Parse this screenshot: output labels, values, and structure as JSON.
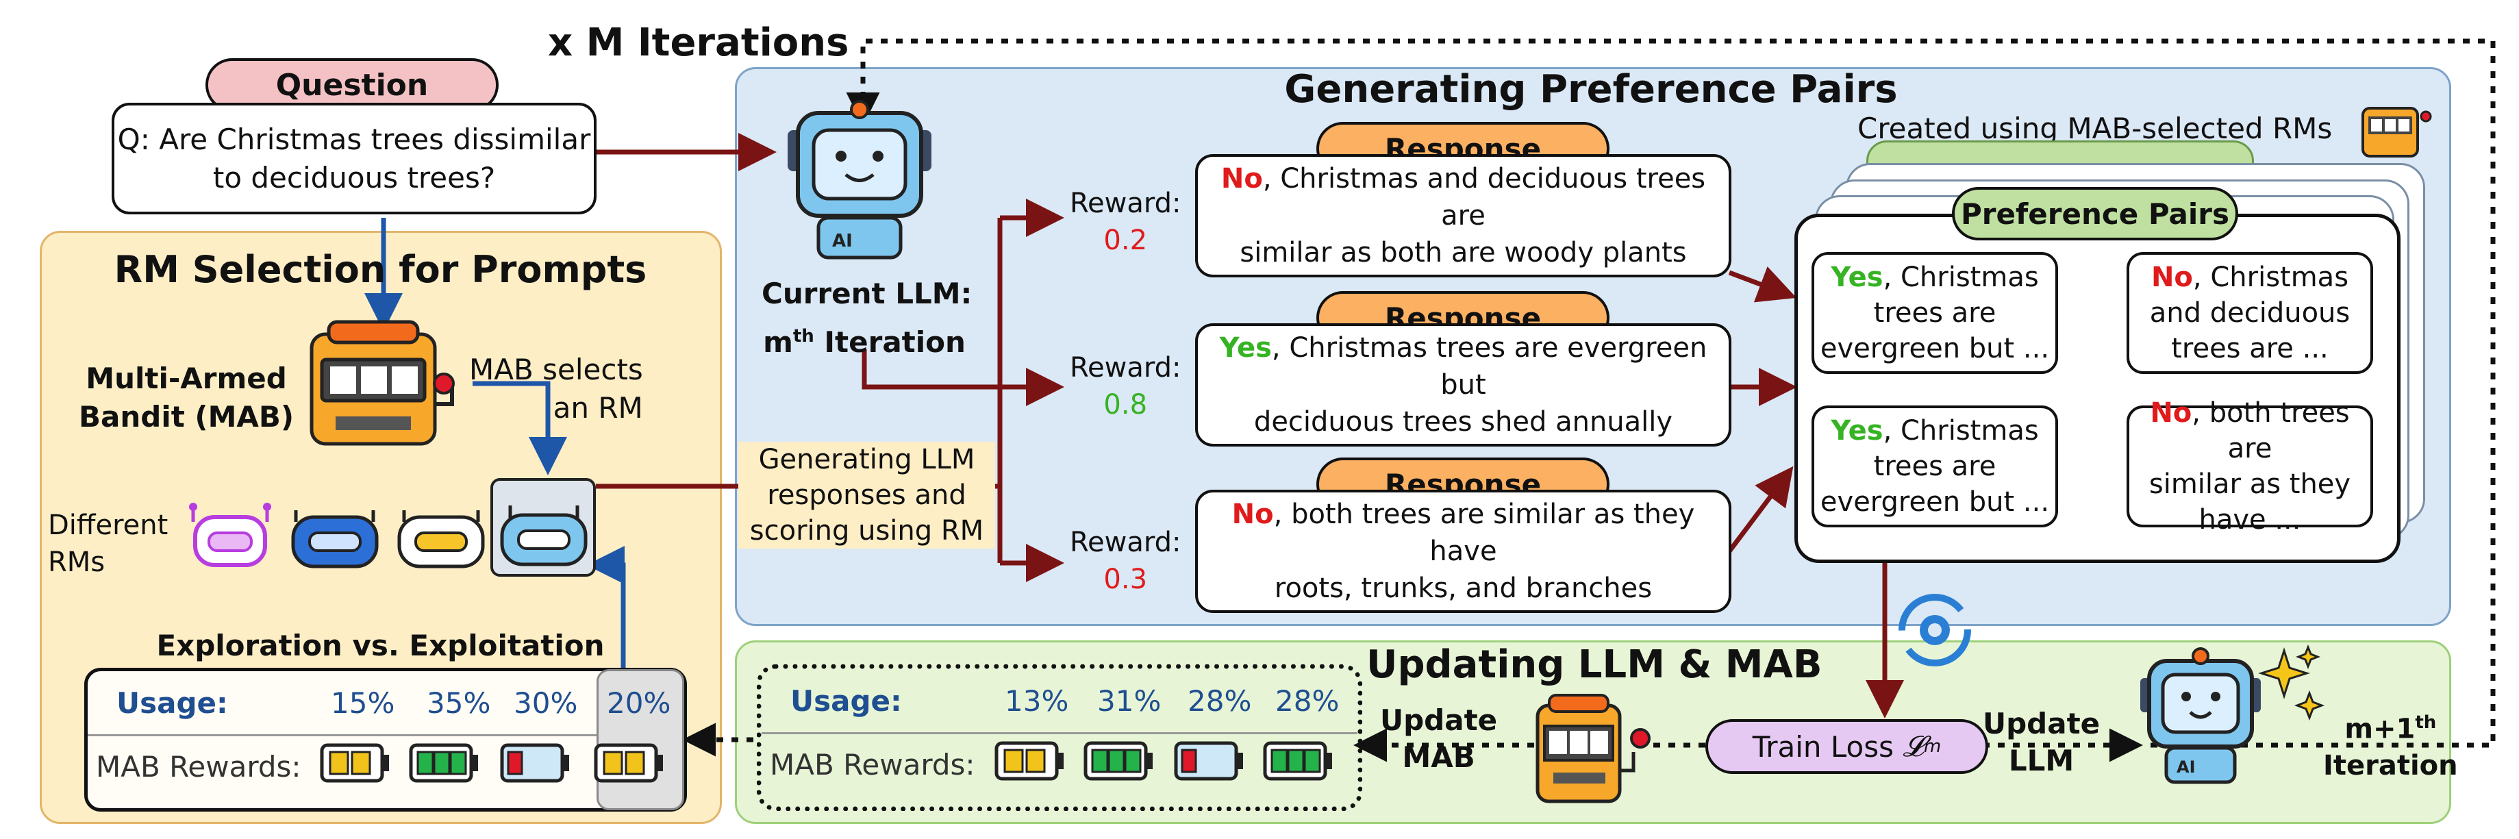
{
  "top": {
    "iterations_label": "x M Iterations"
  },
  "question": {
    "header": "Question",
    "text_line1": "Q: Are Christmas trees dissimilar",
    "text_line2": "to deciduous trees?"
  },
  "rm_panel": {
    "title": "RM Selection for Prompts",
    "mab_label_line1": "Multi-Armed",
    "mab_label_line2": "Bandit (MAB)",
    "mab_selects_line1": "MAB selects",
    "mab_selects_line2": "an RM",
    "different_rms_line1": "Different",
    "different_rms_line2": "RMs",
    "explore_title": "Exploration vs. Exploitation",
    "usage_label": "Usage:",
    "rewards_label": "MAB Rewards:",
    "usage_values": [
      "15%",
      "35%",
      "30%",
      "20%"
    ]
  },
  "gen_panel": {
    "title": "Generating Preference Pairs",
    "created_using": "Created using MAB-selected RMs",
    "current_llm_line1": "Current LLM:",
    "current_llm_m": "m",
    "current_llm_sup": "th",
    "current_llm_line2_rest": " Iteration",
    "generating_line1": "Generating LLM",
    "generating_line2": "responses and",
    "generating_line3": "scoring using RM",
    "reward_label": "Reward:",
    "responses": [
      {
        "header": "Response",
        "verdict": "No",
        "rest_line1": ", Christmas and deciduous trees are",
        "line2": "similar as both are woody plants",
        "reward": "0.2"
      },
      {
        "header": "Response",
        "verdict": "Yes",
        "rest_line1": ", Christmas trees are evergreen but",
        "line2": "deciduous trees shed annually",
        "reward": "0.8"
      },
      {
        "header": "Response",
        "verdict": "No",
        "rest_line1": ", both trees are similar as they have",
        "line2": "roots, trunks, and branches",
        "reward": "0.3"
      }
    ],
    "pairs_header": "Preference Pairs",
    "pairs": [
      {
        "verdict": "Yes",
        "rest": ", Christmas",
        "line2": "trees are",
        "line3": "evergreen but ..."
      },
      {
        "verdict": "No",
        "rest": ", Christmas",
        "line2": "and deciduous",
        "line3": "trees are ..."
      },
      {
        "verdict": "Yes",
        "rest": ", Christmas",
        "line2": "trees are",
        "line3": "evergreen but ..."
      },
      {
        "verdict": "No",
        "rest": ", both trees are",
        "line2": "similar as they",
        "line3": "have ..."
      }
    ]
  },
  "update_panel": {
    "title": "Updating LLM & MAB",
    "usage_label": "Usage:",
    "rewards_label": "MAB Rewards:",
    "usage_values": [
      "13%",
      "31%",
      "28%",
      "28%"
    ],
    "update_mab_line1": "Update",
    "update_mab_line2": "MAB",
    "train_loss": "Train Loss",
    "loss_symbol": "𝓛",
    "loss_sup": "m",
    "update_llm_line1": "Update",
    "update_llm_line2": "LLM",
    "next_iter_m": "m+1",
    "next_iter_sup": "th",
    "next_iter_line2": "Iteration"
  },
  "robot_badge": "AI",
  "colors": {
    "rm_panel_bg": "#fdeec6",
    "gen_panel_bg": "#dbe8f5",
    "update_panel_bg": "#e7f5d6",
    "arrow_dark_red": "#7a1414",
    "arrow_blue": "#1f57a8",
    "response_header": "#fbb062",
    "question_header": "#f4c2c4",
    "pairs_header": "#bfe0a0",
    "train_loss": "#e6c9f2"
  }
}
